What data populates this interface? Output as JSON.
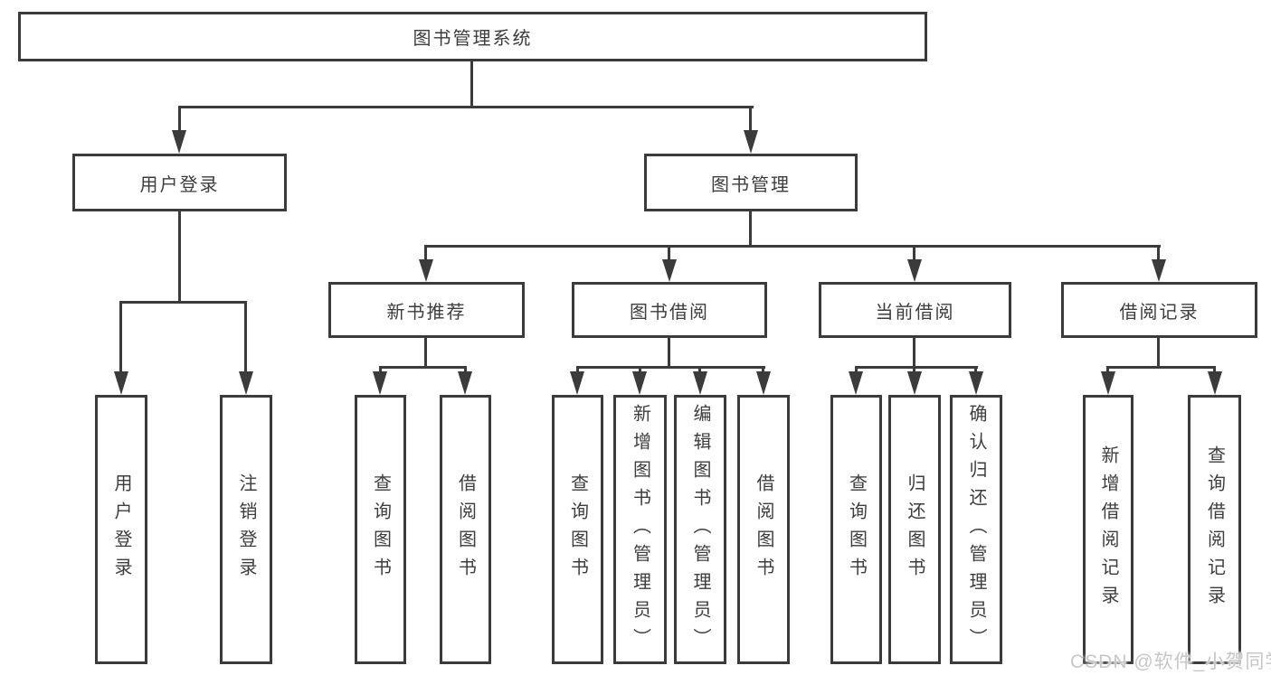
{
  "colors": {
    "line": "#3b3b3b",
    "text": "#3d3d3d",
    "watermark": "#c7c7c7",
    "background": "#ffffff"
  },
  "watermark": "CSDN @软件_小贺同学",
  "tree": {
    "label": "图书管理系统",
    "children": [
      {
        "label": "用户登录",
        "children": [
          {
            "label": "用户登录"
          },
          {
            "label": "注销登录"
          }
        ]
      },
      {
        "label": "图书管理",
        "children": [
          {
            "label": "新书推荐",
            "children": [
              {
                "label": "查询图书"
              },
              {
                "label": "借阅图书"
              }
            ]
          },
          {
            "label": "图书借阅",
            "children": [
              {
                "label": "查询图书"
              },
              {
                "label": "新增图书（管理员）"
              },
              {
                "label": "编辑图书（管理员）"
              },
              {
                "label": "借阅图书"
              }
            ]
          },
          {
            "label": "当前借阅",
            "children": [
              {
                "label": "查询图书"
              },
              {
                "label": "归还图书"
              },
              {
                "label": "确认归还（管理员）"
              }
            ]
          },
          {
            "label": "借阅记录",
            "children": [
              {
                "label": "新增借阅记录"
              },
              {
                "label": "查询借阅记录"
              }
            ]
          }
        ]
      }
    ]
  }
}
